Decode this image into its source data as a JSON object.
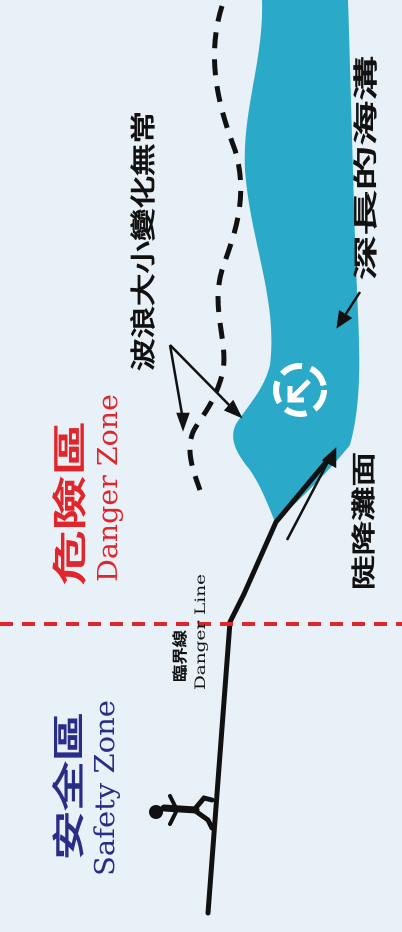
{
  "labels": {
    "safety_zh": "安全區",
    "safety_en": "Safety Zone",
    "danger_zh": "危險區",
    "danger_en": "Danger Zone",
    "danger_line_zh": "臨界線",
    "danger_line_en": "Danger Line",
    "waves": "波浪大小變化無常",
    "deep_trench": "深長的海溝",
    "steep_beach": "陡降灘面"
  },
  "colors": {
    "background": "#e9f1f8",
    "water": "#2aa9c9",
    "danger_red": "#e0262b",
    "safety_navy": "#2a2d86",
    "ink": "#111111"
  },
  "icons": {
    "rip_current": "rip-current-arrow-icon",
    "person": "walking-person-icon"
  }
}
